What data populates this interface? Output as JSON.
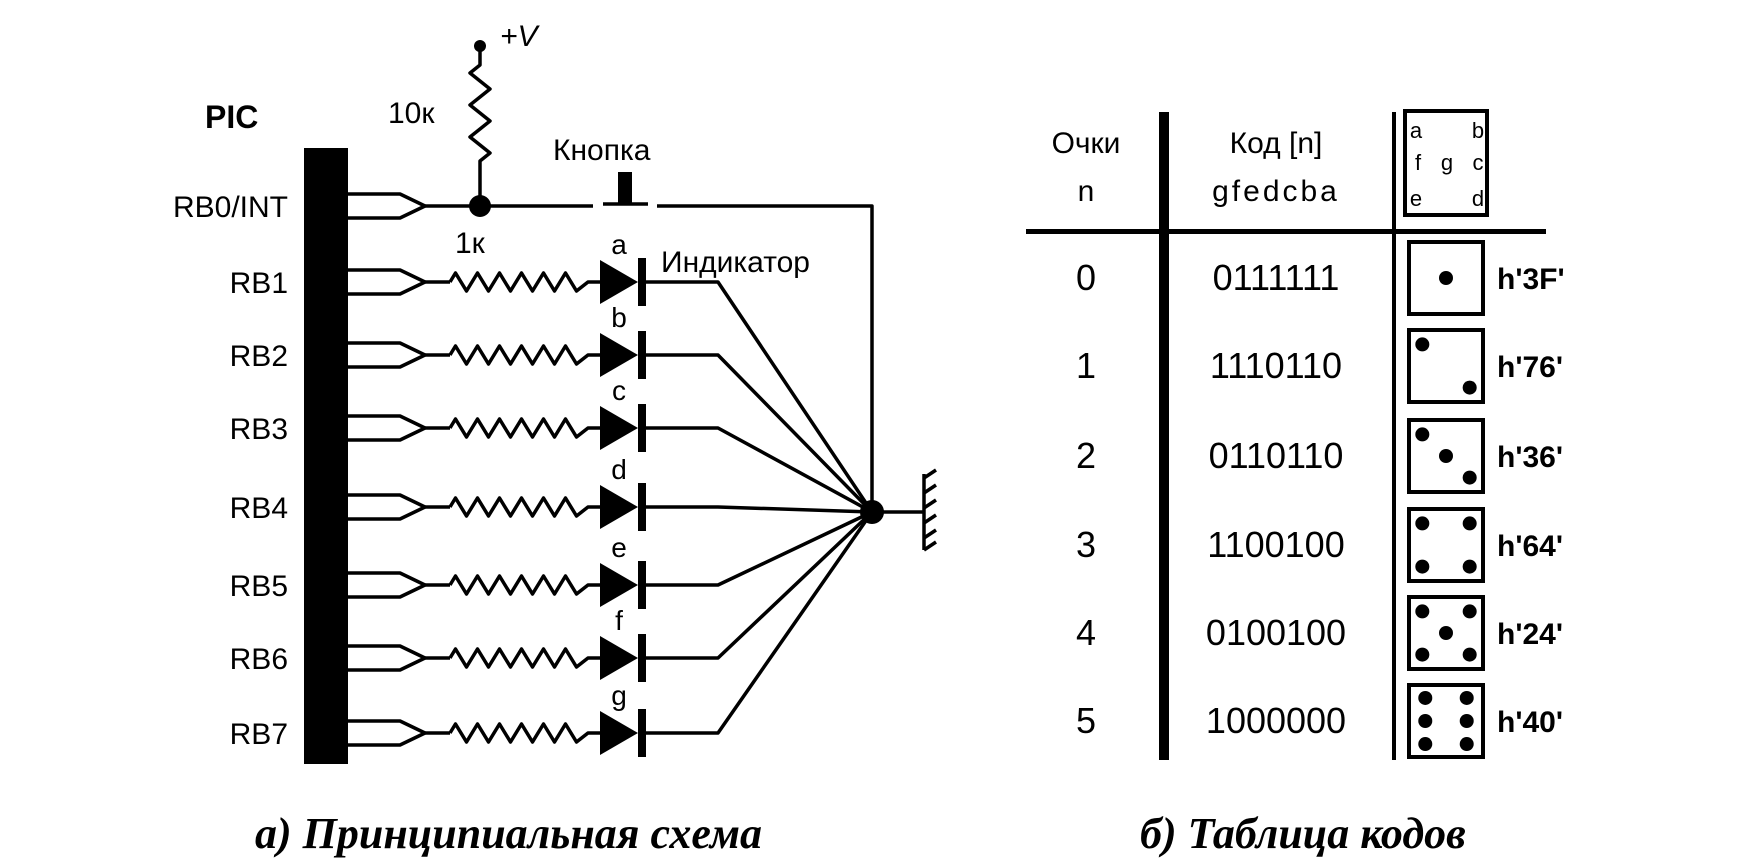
{
  "schematic": {
    "chip_label": "PIC",
    "supply_label": "+V",
    "pullup_resistor": "10к",
    "series_resistor": "1к",
    "button_label": "Кнопка",
    "indicator_label": "Индикатор",
    "pins": [
      "RB0/INT",
      "RB1",
      "RB2",
      "RB3",
      "RB4",
      "RB5",
      "RB6",
      "RB7"
    ],
    "led_letters": [
      "a",
      "b",
      "c",
      "d",
      "e",
      "f",
      "g"
    ],
    "caption": "а) Принципиальная схема"
  },
  "table": {
    "col1_header": [
      "Очки",
      "n"
    ],
    "col2_header": [
      "Код [n]",
      "gfedcba"
    ],
    "segment_map": [
      "a",
      "b",
      "f",
      "g",
      "c",
      "e",
      "d"
    ],
    "rows": [
      {
        "n": "0",
        "code": "0111111",
        "hex": "h'3F'",
        "pips": 1
      },
      {
        "n": "1",
        "code": "1110110",
        "hex": "h'76'",
        "pips": 2
      },
      {
        "n": "2",
        "code": "0110110",
        "hex": "h'36'",
        "pips": 3
      },
      {
        "n": "3",
        "code": "1100100",
        "hex": "h'64'",
        "pips": 4
      },
      {
        "n": "4",
        "code": "0100100",
        "hex": "h'24'",
        "pips": 5
      },
      {
        "n": "5",
        "code": "1000000",
        "hex": "h'40'",
        "pips": 6
      }
    ],
    "caption": "б) Таблица кодов"
  }
}
